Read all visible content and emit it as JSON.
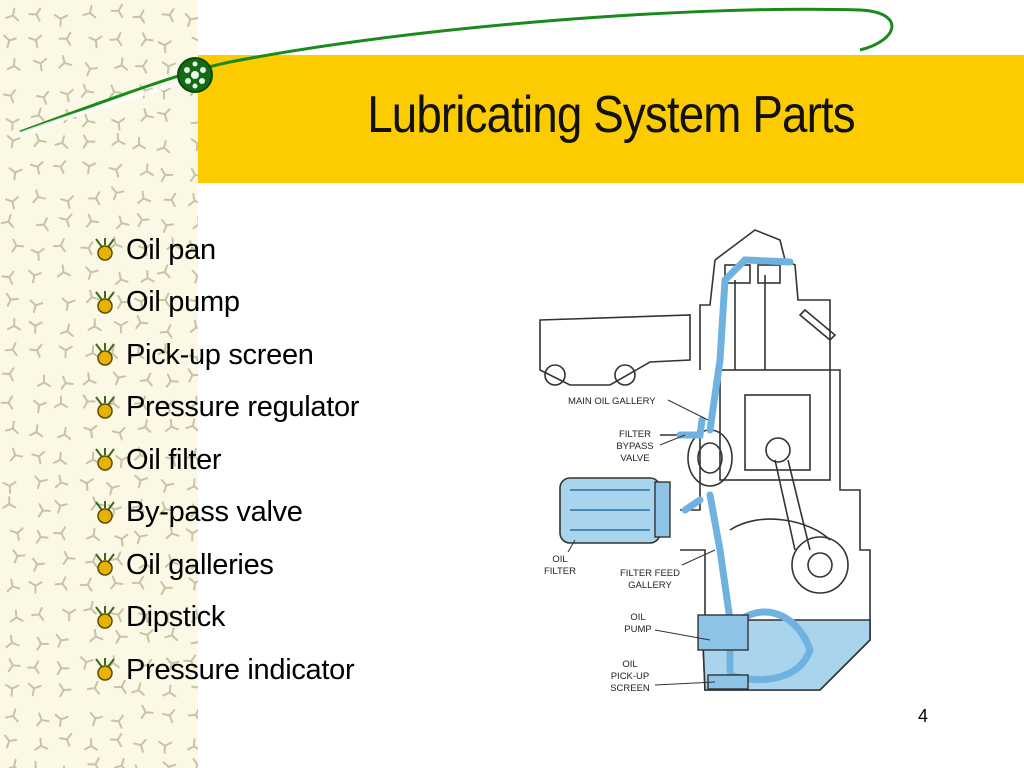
{
  "slide": {
    "title": "Lubricating System Parts",
    "page_number": "4",
    "colors": {
      "title_band": "#fccc00",
      "sidebar_bg": "#fbf8e6",
      "swoosh": "#1a8a1a",
      "oil": "#a9d4ee"
    }
  },
  "bullets": [
    "Oil pan",
    "Oil pump",
    "Pick-up screen",
    "Pressure regulator",
    "Oil filter",
    "By-pass valve",
    "Oil galleries",
    "Dipstick",
    "Pressure indicator"
  ],
  "diagram": {
    "labels": {
      "main_oil_gallery": "MAIN OIL GALLERY",
      "filter_bypass_valve": [
        "FILTER",
        "BYPASS",
        "VALVE"
      ],
      "oil_filter": [
        "OIL",
        "FILTER"
      ],
      "filter_feed_gallery": [
        "FILTER FEED",
        "GALLERY"
      ],
      "oil_pump": [
        "OIL",
        "PUMP"
      ],
      "oil_pickup_screen": [
        "OIL",
        "PICK-UP",
        "SCREEN"
      ]
    }
  }
}
